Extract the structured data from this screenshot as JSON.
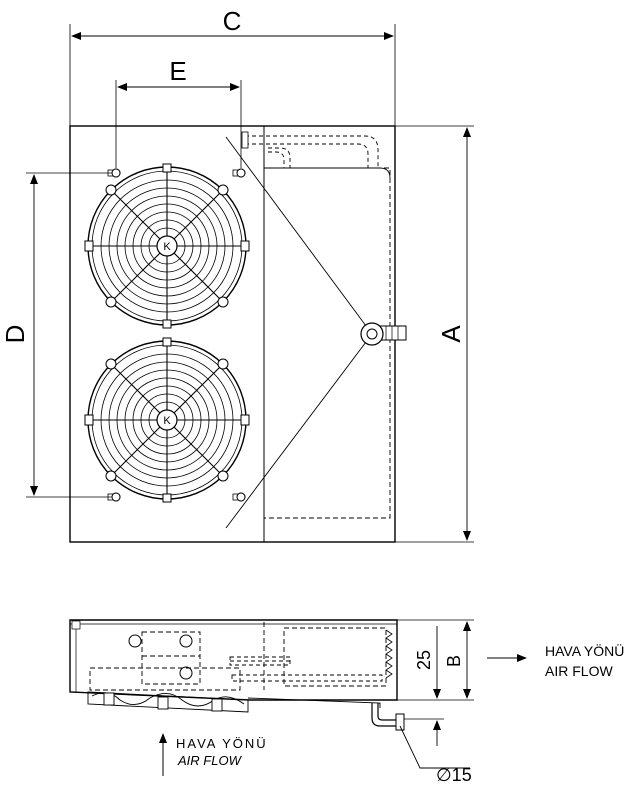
{
  "dimensions": {
    "C": "C",
    "E": "E",
    "D": "D",
    "A": "A",
    "B": "B",
    "dim25": "25",
    "diameter": "∅15"
  },
  "labels": {
    "airflow_tr_top": "HAVA YÖNÜ",
    "airflow_en_top": "AIR FLOW",
    "airflow_tr_side": "HAVA YÖNÜ",
    "airflow_en_side": "AIR FLOW"
  },
  "fan_hub_marks": [
    "K",
    "K"
  ],
  "colors": {
    "line": "#000000",
    "background": "#ffffff"
  }
}
